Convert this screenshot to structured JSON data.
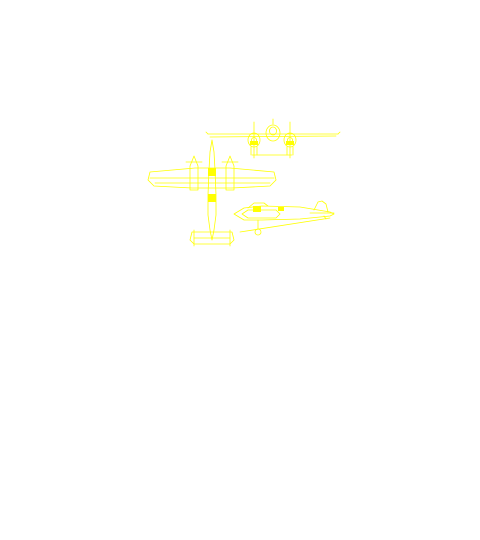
{
  "drawing": {
    "line_color": "#ffff00",
    "fill_color": "#ffff00",
    "background": "#ffffff",
    "views": [
      {
        "id": "front-view",
        "icon": "aircraft-front-view-icon"
      },
      {
        "id": "top-view",
        "icon": "aircraft-top-view-icon"
      },
      {
        "id": "side-view",
        "icon": "aircraft-side-view-icon"
      }
    ]
  }
}
